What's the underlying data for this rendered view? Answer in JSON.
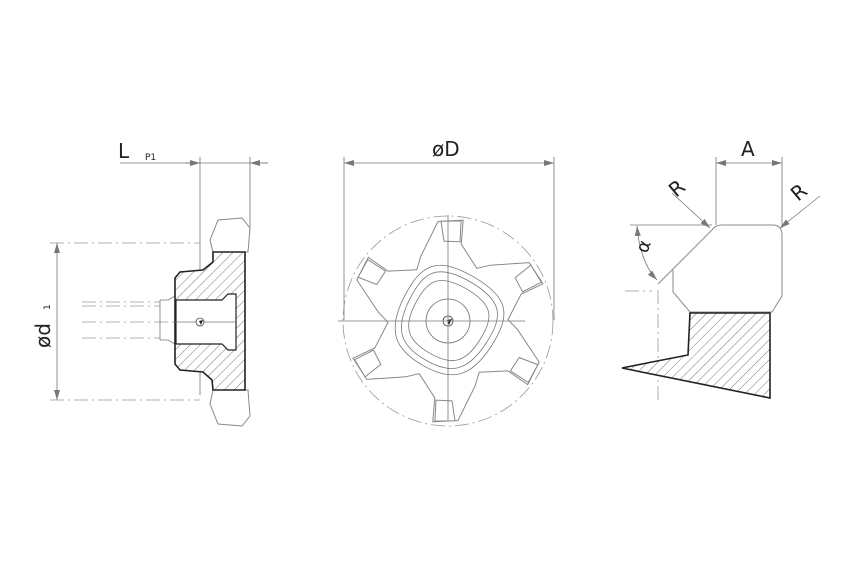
{
  "drawing": {
    "side_view": {
      "length_label": "L",
      "length_subscript": "P1",
      "diameter_label": "ød",
      "diameter_subscript": "1"
    },
    "front_view": {
      "diameter_label": "øD",
      "teeth_count": 6
    },
    "profile_view": {
      "width_label": "A",
      "radius_label_left": "R",
      "radius_label_right": "R",
      "angle_label": "α"
    },
    "colors": {
      "line": "#222222",
      "thin": "#777777",
      "background": "#ffffff"
    }
  }
}
